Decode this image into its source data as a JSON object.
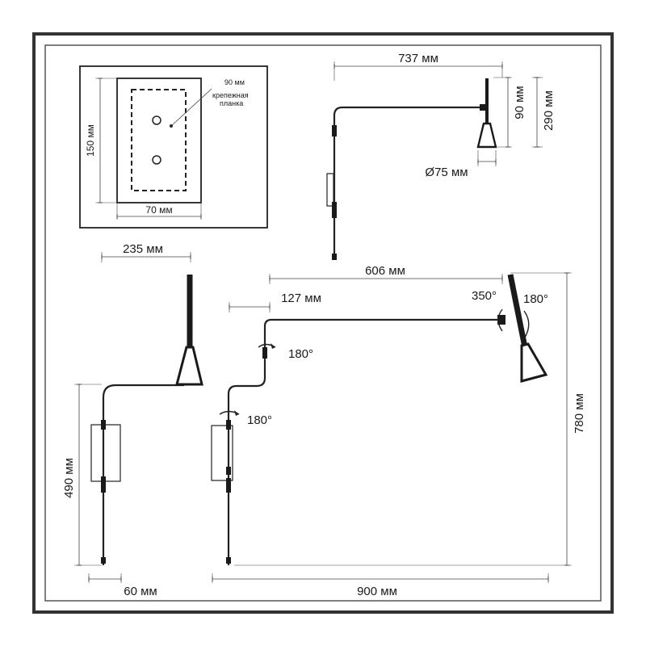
{
  "mounting_plate": {
    "width_label": "70 мм",
    "height_label": "150 мм",
    "inset_label": "90 мм",
    "note_line1": "крепежная",
    "note_line2": "планка"
  },
  "side_view": {
    "reach_label": "737 мм",
    "shade_height_label": "90 мм",
    "total_height_label": "290 мм",
    "shade_diameter_label": "Ø75 мм"
  },
  "folded_view": {
    "offset_label": "235 мм",
    "height_label": "490 мм",
    "depth_label": "60 мм"
  },
  "extended_view": {
    "arm_label": "606 мм",
    "elbow_label": "127 мм",
    "head_rotation_label": "350°",
    "head_tilt_label": "180°",
    "upper_joint_label": "180°",
    "lower_joint_label": "180°",
    "height_label": "780 мм",
    "reach_label": "900 мм"
  },
  "colors": {
    "frame_outer": "#333333",
    "frame_inner": "#555555",
    "line": "#1a1a1a",
    "lamp_body": "#1a1a1a",
    "dim_line": "#444444"
  }
}
